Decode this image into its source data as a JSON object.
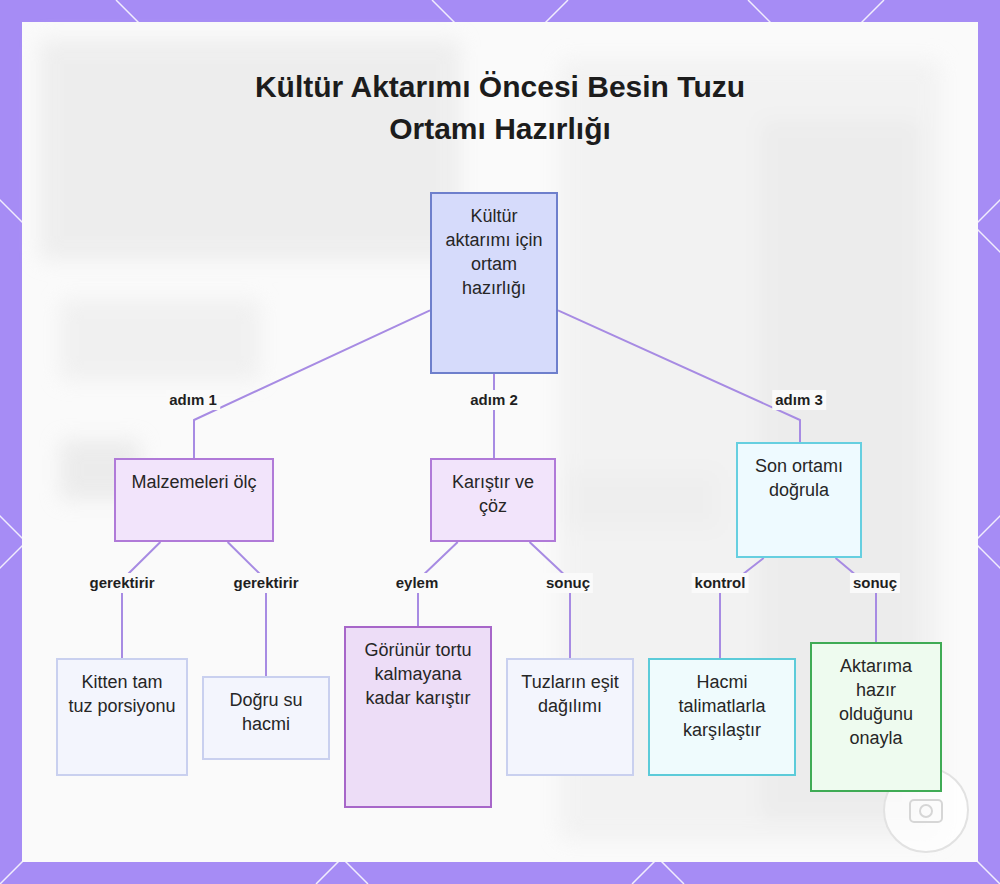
{
  "diagram": {
    "title": "Kültür Aktarımı Öncesi Besin Tuzu Ortamı Hazırlığı",
    "nodes": [
      {
        "text": [
          "Kültür aktarımı için ortam hazırlığı"
        ]
      },
      {
        "text": [
          "Malzemeleri ölç"
        ]
      },
      {
        "text": [
          "Karıştır ve çöz"
        ]
      },
      {
        "text": [
          "Son ortamı doğrula"
        ]
      },
      {
        "text": [
          "Kitten tam tuz porsiyonu"
        ]
      },
      {
        "text": [
          "Doğru su hacmi"
        ]
      },
      {
        "text": [
          "Görünür tortu kalmayana kadar karıştır"
        ]
      },
      {
        "text": [
          "Tuzların eşit dağılımı"
        ]
      },
      {
        "text": [
          "Hacmi talimatlarla karşılaştır"
        ]
      },
      {
        "text": [
          "Aktarıma hazır olduğunu onayla"
        ]
      }
    ],
    "edges": [
      {
        "from": 0,
        "to": 1,
        "label": "adım 1",
        "arrow": "none"
      },
      {
        "from": 0,
        "to": 2,
        "label": "adım 2",
        "arrow": "none"
      },
      {
        "from": 0,
        "to": 3,
        "label": "adım 3",
        "arrow": "none"
      },
      {
        "from": 1,
        "to": 4,
        "label": "gerektirir",
        "arrow": "none"
      },
      {
        "from": 1,
        "to": 5,
        "label": "gerektirir",
        "arrow": "none"
      },
      {
        "from": 2,
        "to": 6,
        "label": "eylem",
        "arrow": "none"
      },
      {
        "from": 2,
        "to": 7,
        "label": "sonuç",
        "arrow": "none"
      },
      {
        "from": 3,
        "to": 8,
        "label": "kontrol",
        "arrow": "none"
      },
      {
        "from": 3,
        "to": 9,
        "label": "sonuç",
        "arrow": "none"
      }
    ]
  }
}
